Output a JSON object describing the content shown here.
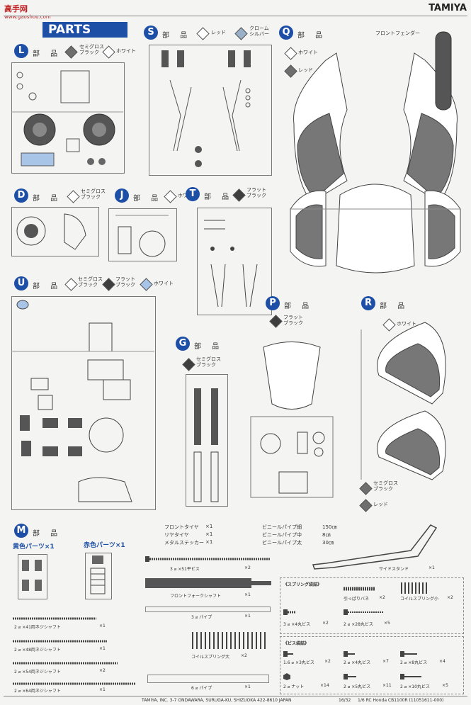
{
  "header": {
    "title": "PARTS",
    "brand": "TAMIYA",
    "watermark": {
      "logo_text": "高手网",
      "url": "www.gaoshou.com"
    }
  },
  "part_word": "部 品",
  "sections": {
    "L": {
      "letter": "L",
      "colors": [
        {
          "name": "セミグロス\nブラック",
          "icon": "diamond-semigloss-black",
          "hex": "#6e6e6e"
        },
        {
          "name": "ホワイト",
          "icon": "diamond-white",
          "hex": "#ffffff"
        }
      ]
    },
    "S": {
      "letter": "S",
      "colors": [
        {
          "name": "レッド",
          "icon": "diamond-white",
          "hex": "#ffffff"
        },
        {
          "name": "クローム\nシルバー",
          "icon": "diamond-chrome-silver",
          "hex": "#9ab0c8"
        }
      ]
    },
    "Q": {
      "letter": "Q",
      "colors": [
        {
          "name": "ホワイト",
          "icon": "diamond-white",
          "hex": "#ffffff"
        },
        {
          "name": "レッド",
          "icon": "diamond-red",
          "hex": "#6e6e6e"
        }
      ],
      "part_label": "フロントフェンダー"
    },
    "D": {
      "letter": "D",
      "colors": [
        {
          "name": "セミグロス\nブラック",
          "icon": "diamond-white",
          "hex": "#ffffff"
        }
      ]
    },
    "J": {
      "letter": "J",
      "colors": [
        {
          "name": "ホワイト",
          "icon": "diamond-white",
          "hex": "#ffffff"
        }
      ]
    },
    "T": {
      "letter": "T",
      "colors": [
        {
          "name": "フラット\nブラック",
          "icon": "diamond-flat-black",
          "hex": "#3e3e3e"
        }
      ]
    },
    "U": {
      "letter": "U",
      "colors": [
        {
          "name": "セミグロス\nブラック",
          "icon": "diamond-white",
          "hex": "#ffffff"
        },
        {
          "name": "フラット\nブラック",
          "icon": "diamond-flat-black",
          "hex": "#3e3e3e"
        },
        {
          "name": "ホワイト",
          "icon": "diamond-blue",
          "hex": "#a8c4e6"
        }
      ]
    },
    "P": {
      "letter": "P",
      "colors": [
        {
          "name": "フラット\nブラック",
          "icon": "diamond-flat-black",
          "hex": "#3e3e3e"
        }
      ]
    },
    "R": {
      "letter": "R",
      "colors": [
        {
          "name": "ホワイト",
          "icon": "diamond-white",
          "hex": "#ffffff"
        },
        {
          "name": "セミグロス\nブラック",
          "icon": "diamond-semigloss-black",
          "hex": "#6e6e6e"
        },
        {
          "name": "レッド",
          "icon": "diamond-red",
          "hex": "#6e6e6e"
        }
      ]
    },
    "G": {
      "letter": "G",
      "colors": [
        {
          "name": "セミグロス\nブラック",
          "icon": "diamond-semigloss-black",
          "hex": "#3e3e3e"
        }
      ]
    },
    "M": {
      "letter": "M",
      "yellow_label": "黄色パーツ×1",
      "red_label": "赤色パーツ×1"
    }
  },
  "tires_list": [
    {
      "name": "フロントタイヤ",
      "qty": "×1"
    },
    {
      "name": "リヤタイヤ",
      "qty": "×1"
    },
    {
      "name": "メタルステッカー",
      "qty": "×1"
    }
  ],
  "vinyl_list": [
    {
      "name": "ビニールパイプ細",
      "len": "150㎝"
    },
    {
      "name": "ビニールパイプ中",
      "len": "8㎝"
    },
    {
      "name": "ビニールパイプ太",
      "len": "30㎝"
    }
  ],
  "hardware": {
    "screw_3x51": "3 ⌀ ×51平ビス",
    "screw_3x51_qty": "×2",
    "side_stand": "サイドスタンド",
    "side_stand_qty": "×1",
    "front_fork_shaft": "フロントフォークシャフト",
    "front_fork_qty": "×1",
    "pipe_3": "3 ⌀ パイプ",
    "pipe_3_qty": "×1",
    "coil_spring_large": "コイルスプリング大",
    "coil_spring_large_qty": "×2",
    "pipe_6": "6 ⌀ パイプ",
    "pipe_6_qty": "×1",
    "shaft_41": "2 ⌀ ×41両ネジシャフト",
    "shaft_41_qty": "×1",
    "shaft_48": "2 ⌀ ×48両ネジシャフト",
    "shaft_48_qty": "×1",
    "shaft_54": "2 ⌀ ×54両ネジシャフト",
    "shaft_54_qty": "×2",
    "shaft_64": "2 ⌀ ×64両ネジシャフト",
    "shaft_64_qty": "×1"
  },
  "spring_bag": {
    "title": "《スプリング袋詰》",
    "items": [
      {
        "name": "引っぱりバネ",
        "qty": "×2"
      },
      {
        "name": "コイルスプリング小",
        "qty": "×2"
      },
      {
        "name": "3 ⌀ ×4丸ビス",
        "qty": "×2"
      },
      {
        "name": "2 ⌀ ×28丸ビス",
        "qty": "×5"
      }
    ]
  },
  "screw_bag": {
    "title": "《ビス袋詰》",
    "items": [
      {
        "name": "1.6 ⌀ ×3丸ビス",
        "qty": "×2"
      },
      {
        "name": "2 ⌀ ×4丸ビス",
        "qty": "×7"
      },
      {
        "name": "2 ⌀ ×8丸ビス",
        "qty": "×4"
      },
      {
        "name": "2 ⌀ ナット",
        "qty": "×14"
      },
      {
        "name": "2 ⌀ ×5丸ビス",
        "qty": "×11"
      },
      {
        "name": "2 ⌀ ×10丸ビス",
        "qty": "×5"
      }
    ]
  },
  "footer": {
    "company": "TAMIYA, INC. 3-7 ONDAWARA, SURUGA-KU, SHIZUOKA 422-8610 JAPAN",
    "page": "16/32",
    "model": "1/6 RC Honda CB1100R (11051611-000)"
  }
}
